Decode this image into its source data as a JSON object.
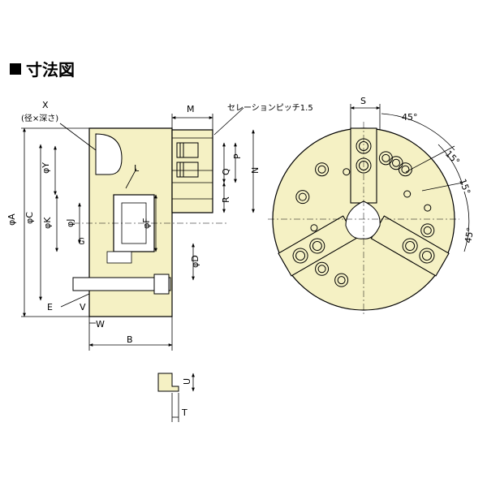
{
  "heading": "寸法図",
  "fill_color": "#f5f1c4",
  "side_view": {
    "labels": {
      "X": "X",
      "X_note": "(径×深さ)",
      "M": "M",
      "serration": "セレーションピッチ1.5",
      "L": "L",
      "A": "φA",
      "C": "φC",
      "Y": "φY",
      "K": "φK",
      "J": "φJ",
      "F": "φF",
      "G": "G",
      "P": "P",
      "Q": "Q",
      "N": "N",
      "R": "R",
      "D": "φD",
      "E": "E",
      "V": "V",
      "W": "W",
      "B": "B",
      "U": "U",
      "T": "T"
    }
  },
  "front_view": {
    "labels": {
      "S": "S",
      "angle1": "45°",
      "angle2": "15°",
      "angle3": "15°",
      "angle4": "45°"
    }
  }
}
